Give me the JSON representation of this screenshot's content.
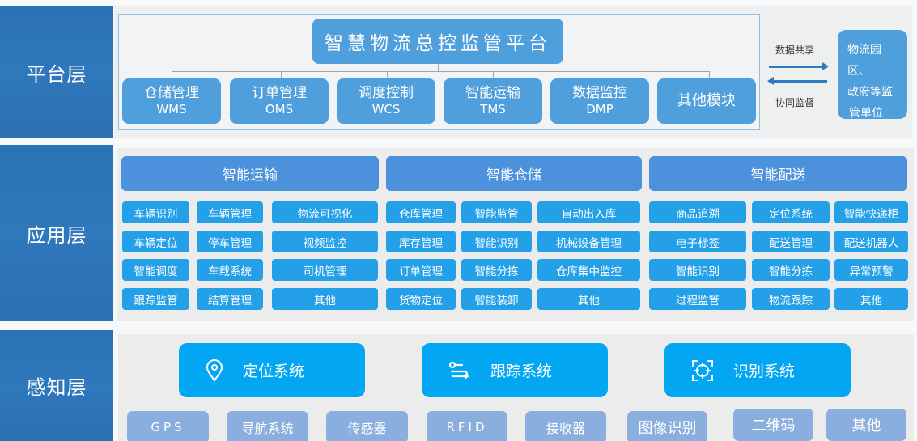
{
  "layers": {
    "platform": {
      "label": "平台层"
    },
    "application": {
      "label": "应用层"
    },
    "perception": {
      "label": "感知层"
    }
  },
  "platform": {
    "title": "智慧物流总控监管平台",
    "modules": [
      {
        "cn": "仓储管理",
        "en": "WMS"
      },
      {
        "cn": "订单管理",
        "en": "OMS"
      },
      {
        "cn": "调度控制",
        "en": "WCS"
      },
      {
        "cn": "智能运输",
        "en": "TMS"
      },
      {
        "cn": "数据监控",
        "en": "DMP"
      },
      {
        "cn": "其他模块",
        "en": ""
      }
    ],
    "flow_out_label": "数据共享",
    "flow_in_label": "协同监督",
    "external_entity": {
      "line1": "物流园区、",
      "line2": "政府等监",
      "line3": "管单位"
    },
    "colors": {
      "module": "#4f9fdc",
      "arrow": "#2f7bc0",
      "layer": "#2a72b5"
    }
  },
  "application": {
    "groups": [
      {
        "title": "智能运输",
        "items": [
          [
            "车辆识别",
            "车辆管理",
            "物流可视化"
          ],
          [
            "车辆定位",
            "停车管理",
            "视频监控"
          ],
          [
            "智能调度",
            "车载系统",
            "司机管理"
          ],
          [
            "跟踪监管",
            "结算管理",
            "其他"
          ]
        ]
      },
      {
        "title": "智能仓储",
        "items": [
          [
            "仓库管理",
            "智能监管",
            "自动出入库"
          ],
          [
            "库存管理",
            "智能识别",
            "机械设备管理"
          ],
          [
            "订单管理",
            "智能分拣",
            "仓库集中监控"
          ],
          [
            "货物定位",
            "智能装卸",
            "其他"
          ]
        ]
      },
      {
        "title": "智能配送",
        "items": [
          [
            "商品追溯",
            "定位系统",
            "智能快递柜"
          ],
          [
            "电子标签",
            "配送管理",
            "配送机器人"
          ],
          [
            "智能识别",
            "智能分拣",
            "异常预警"
          ],
          [
            "过程监管",
            "物流跟踪",
            "其他"
          ]
        ]
      }
    ],
    "colors": {
      "header": "#4b91dc",
      "cell": "#24a0e8"
    }
  },
  "perception": {
    "systems": [
      {
        "label": "定位系统",
        "icon": "location-pin-icon"
      },
      {
        "label": "跟踪系统",
        "icon": "route-track-icon"
      },
      {
        "label": "识别系统",
        "icon": "scan-target-icon"
      }
    ],
    "devices": [
      "GPS",
      "导航系统",
      "传感器",
      "RFID",
      "接收器",
      "图像识别",
      "二维码",
      "其他"
    ],
    "colors": {
      "system": "#02a6f3",
      "device": "#8aaede"
    }
  }
}
